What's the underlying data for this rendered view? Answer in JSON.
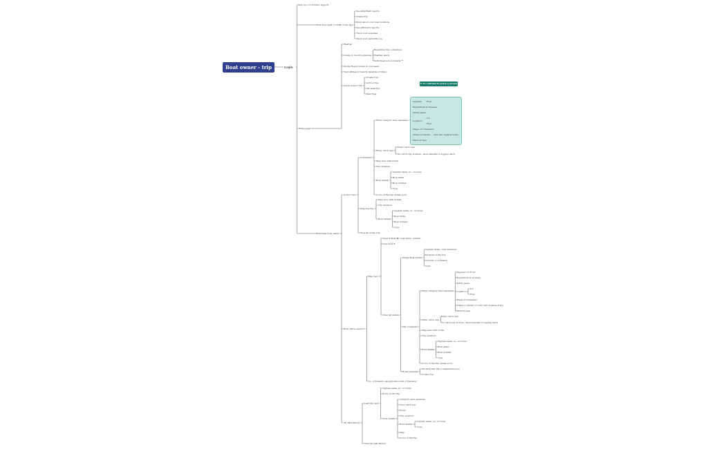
{
  "root": "Boat owner - trip log",
  "login": "Login",
  "tag": "To be confirmed by paying @ present",
  "nodes": [
    {
      "id": "signup",
      "t": "Sign up",
      "p": "login"
    },
    {
      "id": "contact",
      "t": "Contact support",
      "p": "signup"
    },
    {
      "id": "firsttime",
      "t": "First time login",
      "p": "login"
    },
    {
      "id": "usps",
      "t": "USPs of the app",
      "p": "firsttime"
    },
    {
      "id": "u1",
      "t": "See simplified reports",
      "p": "usps"
    },
    {
      "id": "u2",
      "t": "Create trip",
      "p": "usps"
    },
    {
      "id": "u3",
      "t": "Know about your boat locations",
      "p": "usps"
    },
    {
      "id": "u4",
      "t": "See efficiency reports",
      "p": "usps"
    },
    {
      "id": "u5",
      "t": "Track your expenses",
      "p": "usps"
    },
    {
      "id": "u6",
      "t": "Track your gains/trip log",
      "p": "usps"
    },
    {
      "id": "home",
      "t": "Home page",
      "p": "login"
    },
    {
      "id": "weather",
      "t": "Weather",
      "p": "home"
    },
    {
      "id": "nudge",
      "t": "Nudge to record expenses",
      "p": "home"
    },
    {
      "id": "n1",
      "t": "Regarding trip completion",
      "p": "nudge"
    },
    {
      "id": "n2",
      "t": "Weather alerts",
      "p": "nudge"
    },
    {
      "id": "n3",
      "t": "Performance boost alerts **",
      "p": "nudge"
    },
    {
      "id": "global",
      "t": "Global Report (what do you need)",
      "p": "home"
    },
    {
      "id": "effrep",
      "t": "Your efficiency reports (analysis of trips)",
      "p": "home"
    },
    {
      "id": "qa",
      "t": "Quick action CTA",
      "p": "home"
    },
    {
      "id": "qa1",
      "t": "Create trip",
      "p": "qa"
    },
    {
      "id": "qa2",
      "t": "Active trips",
      "p": "qa"
    },
    {
      "id": "qa3",
      "t": "My analytics",
      "p": "qa"
    },
    {
      "id": "qa4",
      "t": "Past trips",
      "p": "qa"
    },
    {
      "id": "returning",
      "t": "Returning boat owner",
      "p": "login"
    },
    {
      "id": "active",
      "t": "Active trips",
      "p": "returning"
    },
    {
      "id": "completed",
      "t": "Completed",
      "p": "active"
    },
    {
      "id": "enter",
      "t": "Enter category level expenses",
      "p": "completed"
    },
    {
      "id": "e1",
      "t": "Supplies",
      "p": "enter"
    },
    {
      "id": "e1a",
      "t": "Food",
      "p": "e1"
    },
    {
      "id": "e2",
      "t": "Regulations & licenses",
      "p": "enter"
    },
    {
      "id": "e3",
      "t": "Safety gears",
      "p": "enter"
    },
    {
      "id": "e4",
      "t": "Logistics",
      "p": "enter"
    },
    {
      "id": "e4a",
      "t": "Ice",
      "p": "e4"
    },
    {
      "id": "e4b",
      "t": "Fuel",
      "p": "e4"
    },
    {
      "id": "e5",
      "t": "Wages for members",
      "p": "enter"
    },
    {
      "id": "e6",
      "t": "Others (Custom)",
      "p": "enter"
    },
    {
      "id": "e6a",
      "t": "Add own expense if any",
      "p": "e6"
    },
    {
      "id": "e7",
      "t": "Harbour fees",
      "p": "enter"
    },
    {
      "id": "catch",
      "t": "Enter catch logs",
      "p": "completed"
    },
    {
      "id": "c1",
      "t": "Enter catch logs",
      "p": "catch"
    },
    {
      "id": "c2",
      "t": "No catch logs is taken - show benefits of logging catch",
      "p": "catch"
    },
    {
      "id": "map1",
      "t": "Map view with forms",
      "p": "completed"
    },
    {
      "id": "dur1",
      "t": "Trip duration",
      "p": "completed"
    },
    {
      "id": "bd1",
      "t": "Boat details",
      "p": "completed"
    },
    {
      "id": "bd1a",
      "t": "Captain name, no. of crews",
      "p": "bd1"
    },
    {
      "id": "bd1b",
      "t": "Boat name",
      "p": "bd1"
    },
    {
      "id": "bd1c",
      "t": "Boat number",
      "p": "bd1"
    },
    {
      "id": "bd1d",
      "t": "Type",
      "p": "bd1"
    },
    {
      "id": "score1",
      "t": "Score of the trip global score",
      "p": "completed"
    },
    {
      "id": "ongoing",
      "t": "Ongoing trip",
      "p": "active"
    },
    {
      "id": "o1",
      "t": "Map view with details",
      "p": "ongoing"
    },
    {
      "id": "o2",
      "t": "Trip duration",
      "p": "ongoing"
    },
    {
      "id": "o3",
      "t": "Boat details",
      "p": "ongoing"
    },
    {
      "id": "o3a",
      "t": "Captain name, no. of crews",
      "p": "o3"
    },
    {
      "id": "o3b",
      "t": "Boat name",
      "p": "o3"
    },
    {
      "id": "o3c",
      "t": "Boat number",
      "p": "o3"
    },
    {
      "id": "o3d",
      "t": "Type",
      "p": "o3"
    },
    {
      "id": "viewall",
      "t": "View all active trip",
      "p": "active"
    },
    {
      "id": "boatsel",
      "t": "Boat values selector",
      "p": "returning"
    },
    {
      "id": "mapview",
      "t": "Map view",
      "p": "boatsel"
    },
    {
      "id": "search",
      "t": "Search Boat",
      "p": "mapview"
    },
    {
      "id": "search2",
      "t": "By boat name, number",
      "p": "search"
    },
    {
      "id": "live",
      "t": "Live boat #",
      "p": "mapview"
    },
    {
      "id": "viewdet",
      "t": "View all details",
      "p": "mapview"
    },
    {
      "id": "single",
      "t": "Single Boat details",
      "p": "viewdet"
    },
    {
      "id": "s1",
      "t": "Captain name, crew members",
      "p": "single"
    },
    {
      "id": "s2",
      "t": "Duration of the trip",
      "p": "single"
    },
    {
      "id": "s3",
      "t": "Current co-ordinates",
      "p": "single"
    },
    {
      "id": "s4",
      "t": "Type",
      "p": "single"
    },
    {
      "id": "tripc",
      "t": "Trip Complete",
      "p": "viewdet"
    },
    {
      "id": "tenter",
      "t": "Enter category level expenses",
      "p": "tripc"
    },
    {
      "id": "t1",
      "t": "Supplies",
      "p": "tenter"
    },
    {
      "id": "t1a",
      "t": "Food",
      "p": "t1"
    },
    {
      "id": "t2",
      "t": "Regulations & licenses",
      "p": "tenter"
    },
    {
      "id": "t3",
      "t": "Safety gears",
      "p": "tenter"
    },
    {
      "id": "t4",
      "t": "Logistics",
      "p": "tenter"
    },
    {
      "id": "t4a",
      "t": "Ice",
      "p": "t4"
    },
    {
      "id": "t4b",
      "t": "Fuel",
      "p": "t4"
    },
    {
      "id": "t5",
      "t": "Wages for members",
      "p": "tenter"
    },
    {
      "id": "t6",
      "t": "Others (Custom)",
      "p": "tenter"
    },
    {
      "id": "t6a",
      "t": "Add own expense if any",
      "p": "t6"
    },
    {
      "id": "t7",
      "t": "Harbour fees",
      "p": "tenter"
    },
    {
      "id": "tcatch",
      "t": "Enter catch logs",
      "p": "tripc"
    },
    {
      "id": "tc1",
      "t": "Enter catch logs",
      "p": "tcatch"
    },
    {
      "id": "tc2",
      "t": "No catch logs is done - show benefits of logging catch",
      "p": "tcatch"
    },
    {
      "id": "tmap",
      "t": "Map view with forms",
      "p": "tripc"
    },
    {
      "id": "tdur",
      "t": "Trip duration",
      "p": "tripc"
    },
    {
      "id": "tbd",
      "t": "Boat details",
      "p": "tripc"
    },
    {
      "id": "tbda",
      "t": "Captain name, no. of crews",
      "p": "tbd"
    },
    {
      "id": "tbdb",
      "t": "Boat name",
      "p": "tbd"
    },
    {
      "id": "tbdc",
      "t": "Boat number",
      "p": "tbd"
    },
    {
      "id": "tbdd",
      "t": "Type",
      "p": "tbd"
    },
    {
      "id": "tscore",
      "t": "Score of the trip global score",
      "p": "tripc"
    },
    {
      "id": "boatsst",
      "t": "Boats standing",
      "p": "viewdet"
    },
    {
      "id": "bs1",
      "t": "Showing last trip (completed/score)",
      "p": "boatsst"
    },
    {
      "id": "bs2",
      "t": "Create trip",
      "p": "boatsst"
    },
    {
      "id": "nocount",
      "t": "No. of trawlers (exceptional count of trawlers)",
      "p": "boatsel"
    },
    {
      "id": "history",
      "t": "My Past history",
      "p": "returning"
    },
    {
      "id": "last",
      "t": "Last trip card",
      "p": "history"
    },
    {
      "id": "l1",
      "t": "Captain name, no. of crews",
      "p": "last"
    },
    {
      "id": "l2",
      "t": "Score of the trip",
      "p": "last"
    },
    {
      "id": "l3",
      "t": "View details",
      "p": "last"
    },
    {
      "id": "l3a",
      "t": "Category level expenses",
      "p": "l3"
    },
    {
      "id": "l3b",
      "t": "View catch logs",
      "p": "l3"
    },
    {
      "id": "l3c",
      "t": "Route",
      "p": "l3"
    },
    {
      "id": "l3d",
      "t": "Trip duration",
      "p": "l3"
    },
    {
      "id": "l3e",
      "t": "Boat details",
      "p": "l3"
    },
    {
      "id": "l3e1",
      "t": "Captain name, no. of crews",
      "p": "l3e"
    },
    {
      "id": "l3e2",
      "t": "Type",
      "p": "l3e"
    },
    {
      "id": "l3f",
      "t": "Map",
      "p": "l3"
    },
    {
      "id": "l3g",
      "t": "Score of the trip",
      "p": "l3"
    },
    {
      "id": "viewpast",
      "t": "View all past history",
      "p": "history"
    }
  ]
}
